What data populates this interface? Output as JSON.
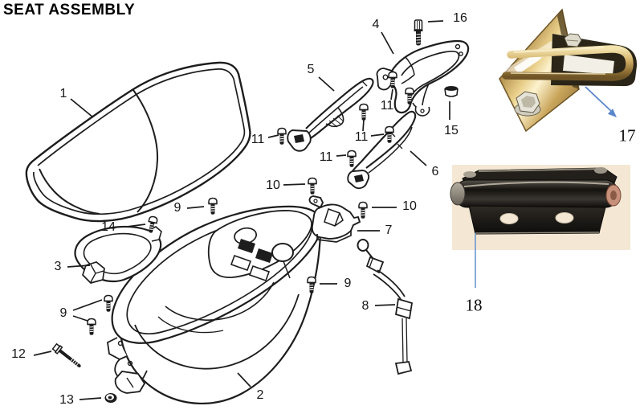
{
  "title": "SEAT ASSEMBLY",
  "diagram": {
    "type": "exploded-parts-diagram",
    "part_labels": {
      "p1": "1",
      "p2": "2",
      "p3": "3",
      "p4": "4",
      "p5": "5",
      "p6": "6",
      "p7": "7",
      "p8": "8",
      "p9": "9",
      "p10": "10",
      "p11": "11",
      "p12": "12",
      "p13": "13",
      "p14": "14",
      "p15": "15",
      "p16": "16",
      "p17": "17",
      "p18": "18"
    }
  },
  "colors": {
    "ink": "#1d1d1d",
    "background": "#ffffff",
    "callout_blue": "#5b87cb",
    "photo17_brass": "#c89d58",
    "photo18_background": "#f4e8d4",
    "photo18_metal": "#191613"
  }
}
